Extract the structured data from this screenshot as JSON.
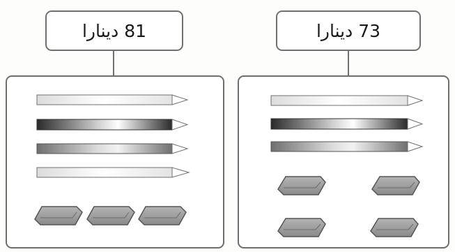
{
  "left_group": {
    "price_label": "81 دينارا",
    "pencils": [
      "light-gray",
      "dark-gray",
      "medium-gray",
      "light-gray"
    ],
    "eraser_count": 3
  },
  "right_group": {
    "price_label": "73 دينارا",
    "pencils": [
      "light-gray",
      "dark-gray",
      "medium-gray"
    ],
    "eraser_count": 4
  },
  "colors": {
    "outline": "#707070",
    "eraser": "#9a9a9a",
    "pencil_dark": "#3a3a3a",
    "pencil_medium": "#8a8a8a",
    "pencil_light": "#e6e6e6"
  }
}
